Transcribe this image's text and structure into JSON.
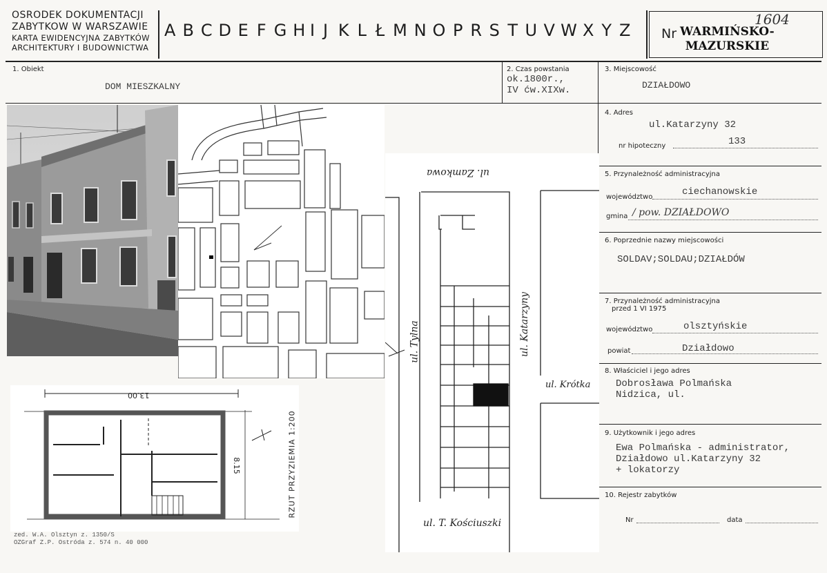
{
  "header": {
    "org_line1": "OSRODEK DOKUMENTACJI",
    "org_line2": "ZABYTKOW W WARSZAWIE",
    "card_line1": "KARTA EWIDENCYJNA ZABYTKÓW",
    "card_line2": "ARCHITEKTURY I BUDOWNICTWA",
    "letters": [
      "A",
      "B",
      "C",
      "D",
      "E",
      "F",
      "G",
      "H",
      "I",
      "J",
      "K",
      "L",
      "Ł",
      "M",
      "N",
      "O",
      "P",
      "R",
      "S",
      "T",
      "U",
      "V",
      "W",
      "X",
      "Y",
      "Z"
    ],
    "nr_label": "Nr",
    "region_line1": "WARMIŃSKO-",
    "region_line2": "MAZURSKIE",
    "card_number": "1604"
  },
  "fields": {
    "f1_label": "1. Obiekt",
    "f1_value": "DOM  MIESZKALNY",
    "f2_label": "2. Czas powstania",
    "f2_value_line1": "ok.1800r.,",
    "f2_value_line2": "IV ćw.XIXw.",
    "f3_label": "3. Miejscowość",
    "f3_value": "DZIAŁDOWO",
    "f4_label": "4. Adres",
    "f4_value": "ul.Katarzyny 32",
    "f4_hip_label": "nr hipoteczny",
    "f4_hip_value": "133",
    "f5_label": "5. Przynależność administracyjna",
    "f5_woj_label": "województwo",
    "f5_woj_value": "ciechanowskie",
    "f5_gmina_label": "gmina",
    "f5_gmina_value": "/ pow.  DZIAŁDOWO",
    "f6_label": "6. Poprzednie nazwy miejscowości",
    "f6_value": "SOLDAV;SOLDAU;DZIAŁDÓW",
    "f7_label_line1": "7. Przynależność administracyjna",
    "f7_label_line2": "przed 1 VI 1975",
    "f7_woj_label": "województwo",
    "f7_woj_value": "olsztyńskie",
    "f7_pow_label": "powiat",
    "f7_pow_value": "Działdowo",
    "f8_label": "8. Właściciel i jego adres",
    "f8_line1": "Dobrosława Polmańska",
    "f8_line2": "Nidzica, ul.",
    "f9_label": "9. Użytkownik i jego adres",
    "f9_line1": "Ewa  Polmańska - administrator,",
    "f9_line2": "Działdowo ul.Katarzyny 32",
    "f9_line3": "+ lokatorzy",
    "f10_label": "10. Rejestr zabytków",
    "f10_nr_label": "Nr",
    "f10_data_label": "data"
  },
  "plan": {
    "dim_width": "13.00",
    "dim_depth": "8.15",
    "caption": "RZUT  PRZYZIEMIA  1:200"
  },
  "street_map": {
    "street_top": "ul. Zamkowa",
    "street_tylna": "ul. Tylna",
    "street_katarzyny": "ul. Katarzyny",
    "street_krotka": "ul. Krótka",
    "street_bottom": "ul. T. Kościuszki"
  },
  "footer": {
    "line1": "zed. W.A. Olsztyn z. 1350/S",
    "line2": "OZGraf Z.P. Ostróda z. 574 n. 40 000"
  },
  "colors": {
    "paper": "#f8f7f4",
    "ink": "#222222",
    "typewriter": "#3a3a3a"
  }
}
